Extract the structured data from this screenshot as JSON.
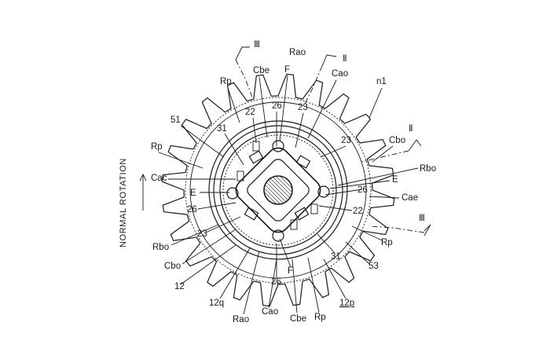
{
  "figure": {
    "side_caption": "NORMAL ROTATION",
    "labels": {
      "III_top": "Ⅲ",
      "Rao_top": "Rao",
      "II_top": "Ⅱ",
      "Cbe_top": "Cbe",
      "F_top": "F",
      "Cao_top": "Cao",
      "Rp_top": "Rp",
      "n1": "n1",
      "22_top": "22",
      "26_top": "26",
      "23_top": "23",
      "51": "51",
      "31_top": "31",
      "23_right": "23",
      "II_right": "Ⅱ",
      "Rp_left": "Rp",
      "Cbo_right": "Cbo",
      "Rbo_right": "Rbo",
      "Cac": "Cac",
      "E_right": "E",
      "E_left": "E",
      "26_right": "26",
      "Cae": "Cae",
      "26_left": "26",
      "22_right": "22",
      "III_right": "Ⅲ",
      "23_left": "23",
      "Rp_right": "Rp",
      "Rbo_left": "Rbo",
      "31_bottom": "31",
      "53": "53",
      "Cbo_left": "Cbo",
      "F_bottom": "F",
      "12": "12",
      "26_bottom": "26",
      "12q": "12q",
      "12p": "12p",
      "Rao_bottom": "Rao",
      "Cao_bottom": "Cao",
      "Cbe_bottom": "Cbe",
      "Rp_bottom": "Rp"
    }
  }
}
